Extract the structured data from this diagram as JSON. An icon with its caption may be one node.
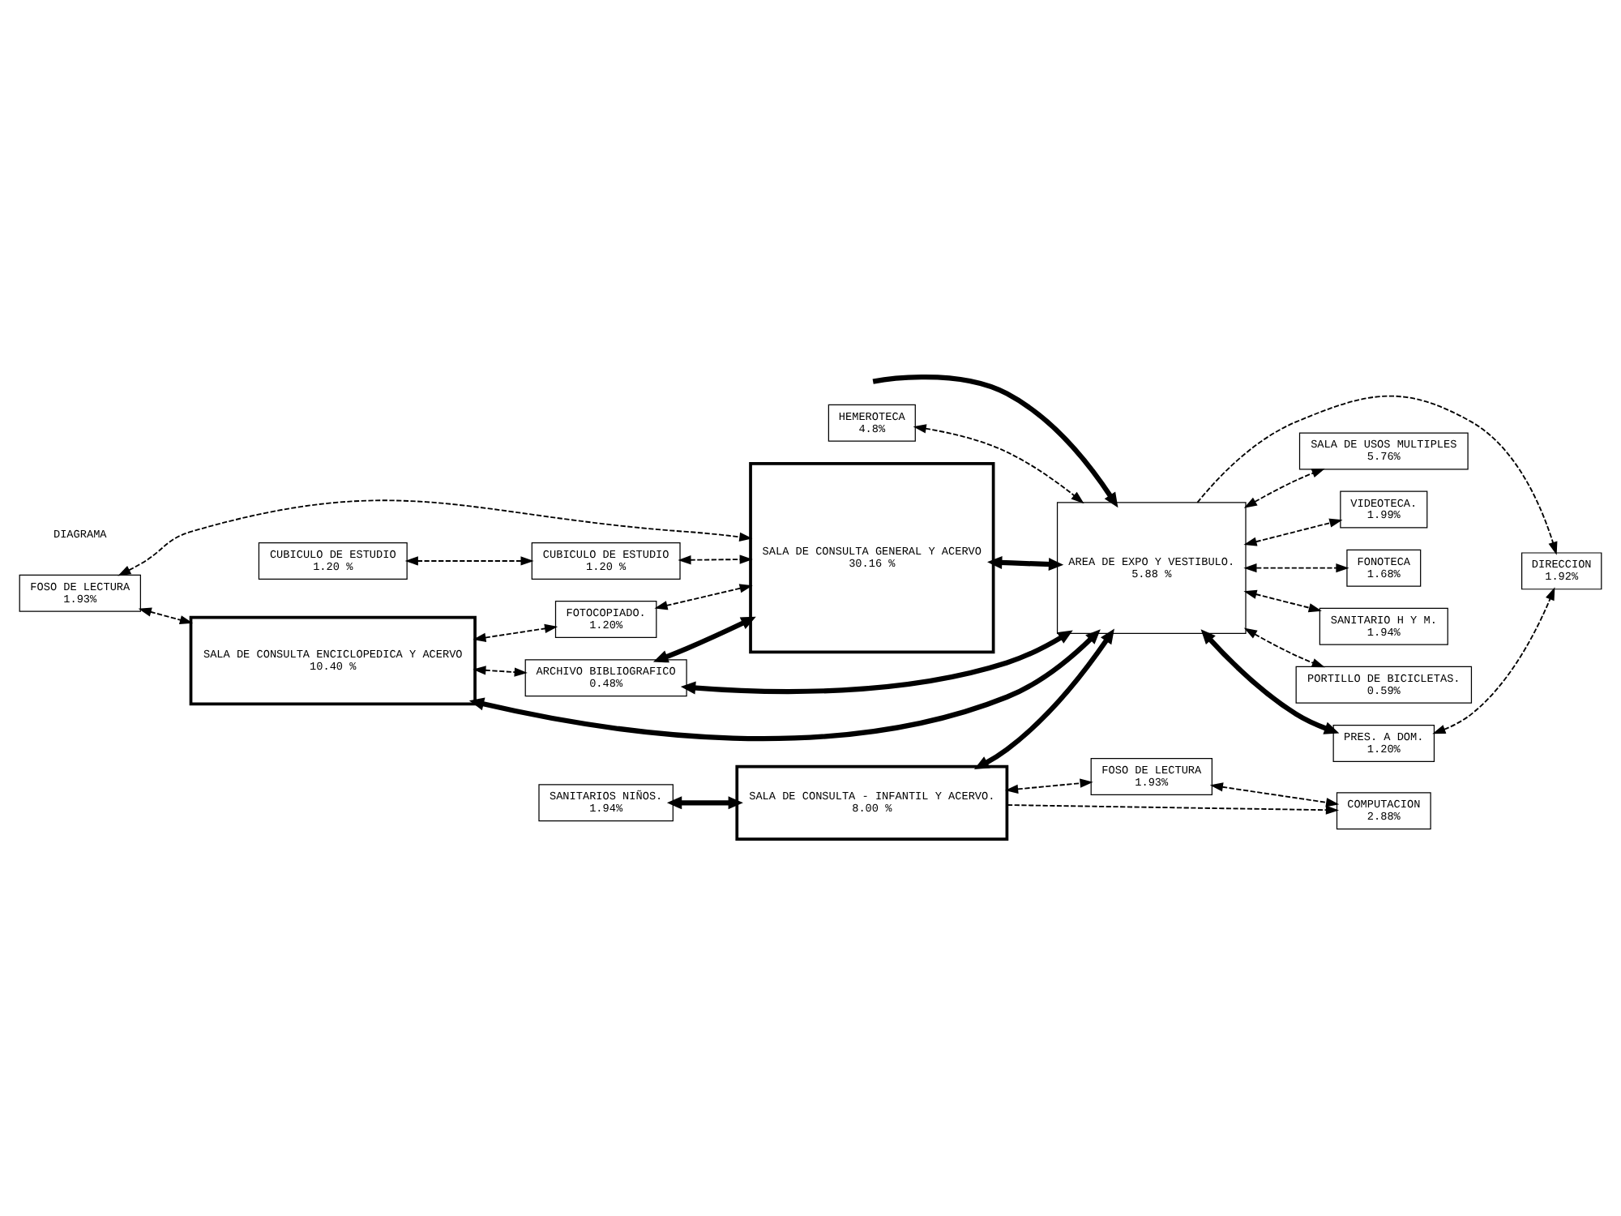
{
  "diagram": {
    "nodes": [
      {
        "text": [
          "SALA DE USOS MULTIPLES",
          "5.76%"
        ]
      },
      {
        "text": [
          "HEMEROTECA",
          "4.8%"
        ]
      },
      {
        "text": [
          "SANITARIOS NIÑOS.",
          "1.94%"
        ]
      },
      {
        "text": [
          "FOSO DE LECTURA",
          "1.93%"
        ]
      },
      {
        "text": [
          "SALA DE CONSULTA ENCICLOPEDICA Y ACERVO",
          "10.40 %"
        ]
      },
      {
        "text": [
          "SALA DE CONSULTA - INFANTIL Y ACERVO.",
          "8.00 %"
        ]
      },
      {
        "text": [
          "FOSO DE LECTURA",
          "1.93%"
        ]
      },
      {
        "text": [
          "CUBICULO DE ESTUDIO",
          "1.20 %"
        ]
      },
      {
        "text": [
          "CUBICULO DE ESTUDIO",
          "1.20 %"
        ]
      },
      {
        "text": [
          "FOTOCOPIADO.",
          "1.20%"
        ]
      },
      {
        "text": [
          "ARCHIVO BIBLIOGRAFICO",
          "0.48%"
        ]
      },
      {
        "text": [
          "AREA DE EXPO Y VESTIBULO.",
          "5.88 %"
        ]
      },
      {
        "text": [
          "VIDEOTECA.",
          "1.99%"
        ]
      },
      {
        "text": [
          "FONOTECA",
          "1.68%"
        ]
      },
      {
        "text": [
          "COMPUTACION",
          "2.88%"
        ]
      },
      {
        "text": [
          "SANITARIO H Y M.",
          "1.94%"
        ]
      },
      {
        "text": [
          "SALA DE CONSULTA GENERAL Y ACERVO",
          "30.16 %"
        ]
      },
      {
        "text": [
          "PORTILLO DE BICICLETAS.",
          "0.59%"
        ]
      },
      {
        "text": [
          "PRES. A DOM.",
          "1.20%"
        ]
      },
      {
        "text": [
          "DIRECCION",
          "1.92%"
        ]
      }
    ],
    "edges": [
      {
        "from": 3,
        "to": 4,
        "arrow": "both",
        "style": "dashed"
      },
      {
        "from": 3,
        "to": 16,
        "arrow": "both",
        "style": "dashed"
      },
      {
        "from": 4,
        "to": 9,
        "arrow": "both",
        "style": "dashed"
      },
      {
        "from": 4,
        "to": 10,
        "arrow": "both",
        "style": "dashed"
      },
      {
        "from": 4,
        "to": 11,
        "arrow": "both",
        "style": "thick"
      },
      {
        "from": 7,
        "to": 8,
        "arrow": "both",
        "style": "dashed"
      },
      {
        "from": 8,
        "to": 16,
        "arrow": "both",
        "style": "dashed"
      },
      {
        "from": 9,
        "to": 16,
        "arrow": "both",
        "style": "dashed"
      },
      {
        "from": 10,
        "to": 16,
        "arrow": "both",
        "style": "thick"
      },
      {
        "from": 10,
        "to": 11,
        "arrow": "both",
        "style": "thick"
      },
      {
        "from": 16,
        "to": 11,
        "arrow": "both",
        "style": "thick"
      },
      {
        "from": 11,
        "to": 0,
        "arrow": "both",
        "style": "dashed"
      },
      {
        "from": 1,
        "to": 11,
        "arrow": "both",
        "style": "dashed"
      },
      {
        "from": 2,
        "to": 5,
        "arrow": "both",
        "style": "thick"
      },
      {
        "from": 5,
        "to": 11,
        "arrow": "both",
        "style": "thick"
      },
      {
        "from": 5,
        "to": 6,
        "arrow": "both",
        "style": "dashed"
      },
      {
        "from": 11,
        "to": 13,
        "arrow": "both",
        "style": "dashed"
      },
      {
        "from": 5,
        "to": 14,
        "arrow": "to",
        "style": "dashed"
      },
      {
        "from": 6,
        "to": 14,
        "arrow": "both",
        "style": "dashed"
      },
      {
        "from": 11,
        "to": 12,
        "arrow": "both",
        "style": "dashed"
      },
      {
        "from": 11,
        "to": 15,
        "arrow": "both",
        "style": "dashed"
      },
      {
        "from": 11,
        "to": 19,
        "arrow": "to",
        "style": "dashed"
      },
      {
        "from": 11,
        "to": 18,
        "arrow": "both",
        "style": "thick"
      },
      {
        "from": 18,
        "to": 19,
        "arrow": "both",
        "style": "dashed"
      },
      {
        "from": 11,
        "to": 17,
        "arrow": "both",
        "style": "dashed"
      },
      {
        "from": null,
        "to": 11,
        "arrow": "to",
        "style": "thick"
      }
    ],
    "labels": [
      "DIAGRAMA"
    ]
  }
}
